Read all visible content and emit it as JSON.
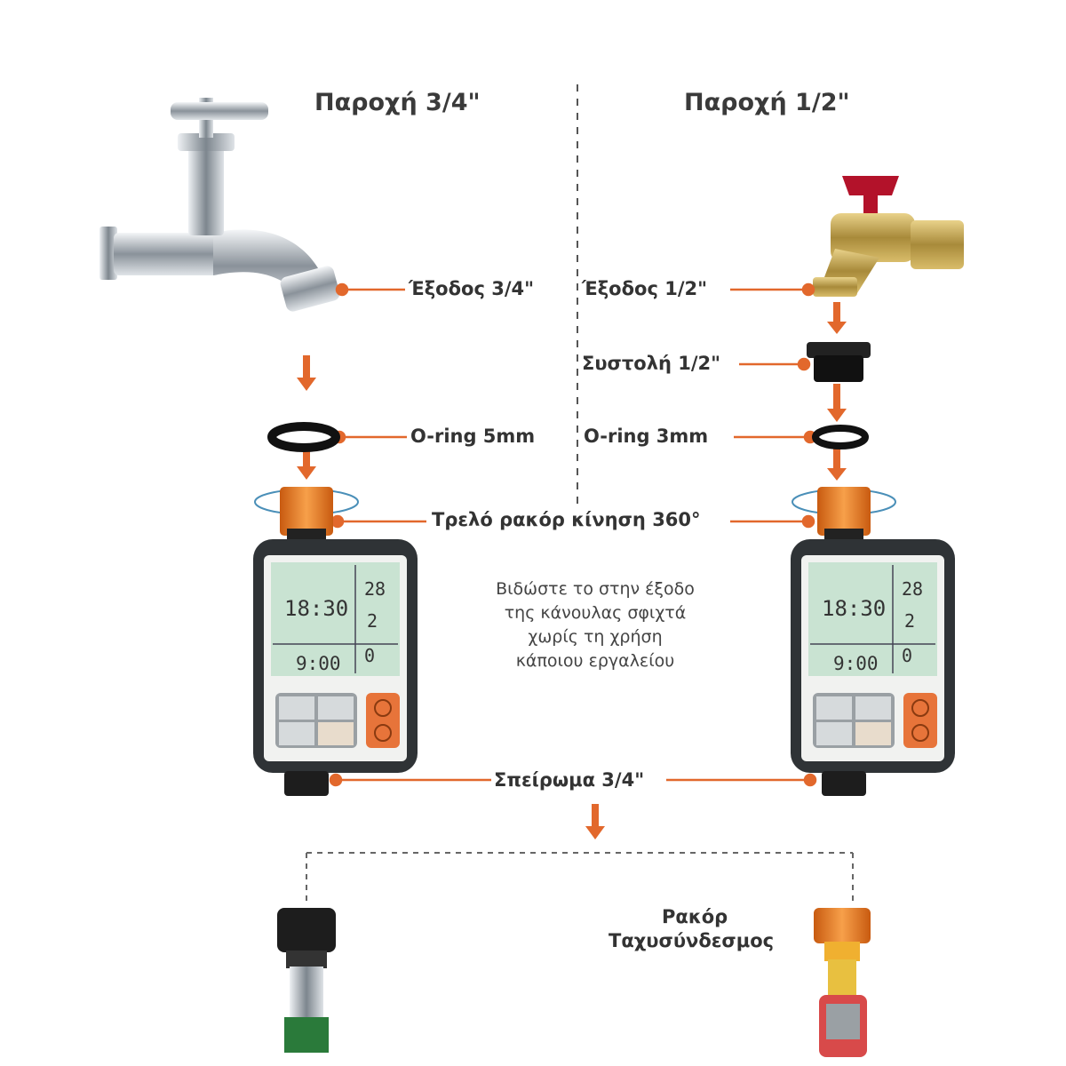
{
  "titles": {
    "left": "Παροχή 3/4\"",
    "right": "Παροχή 1/2\""
  },
  "labels": {
    "outlet_left": "Έξοδος 3/4\"",
    "outlet_right": "Έξοδος 1/2\"",
    "reducer": "Συστολή  1/2\"",
    "oring_left": "O-ring  5mm",
    "oring_right": "O-ring  3mm",
    "swivel": "Τρελό ρακόρ κίνηση 360°",
    "thread": "Σπείρωμα 3/4\"",
    "quick_line1": "Ρακόρ",
    "quick_line2": "Ταχυσύνδεσμος"
  },
  "instructions": [
    "Βιδώστε το στην έξοδο",
    "της κάνουλας σφιχτά",
    "χωρίς τη χρήση",
    "κάποιου εργαλείου"
  ],
  "timer_display": {
    "clock": "18:30",
    "start": "9:00",
    "days": "28",
    "hours": "2",
    "mins": "0"
  },
  "colors": {
    "accent": "#e2682c",
    "lcd": "#c9e3d2",
    "body": "#2f3336"
  }
}
